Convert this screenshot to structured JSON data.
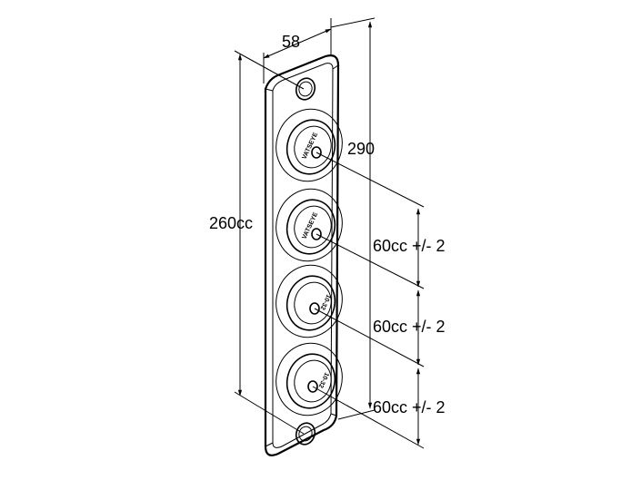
{
  "dimensions": {
    "width_label": "58",
    "height_label": "290",
    "left_height_label": "260cc",
    "spacing_labels": [
      "60cc +/- 2",
      "60cc +/- 2",
      "60cc +/- 2"
    ]
  },
  "sockets": [
    {
      "marking": "VATSEYE"
    },
    {
      "marking": "VATSEYE"
    },
    {
      "marking": "10-32"
    },
    {
      "marking": "10-32"
    }
  ]
}
